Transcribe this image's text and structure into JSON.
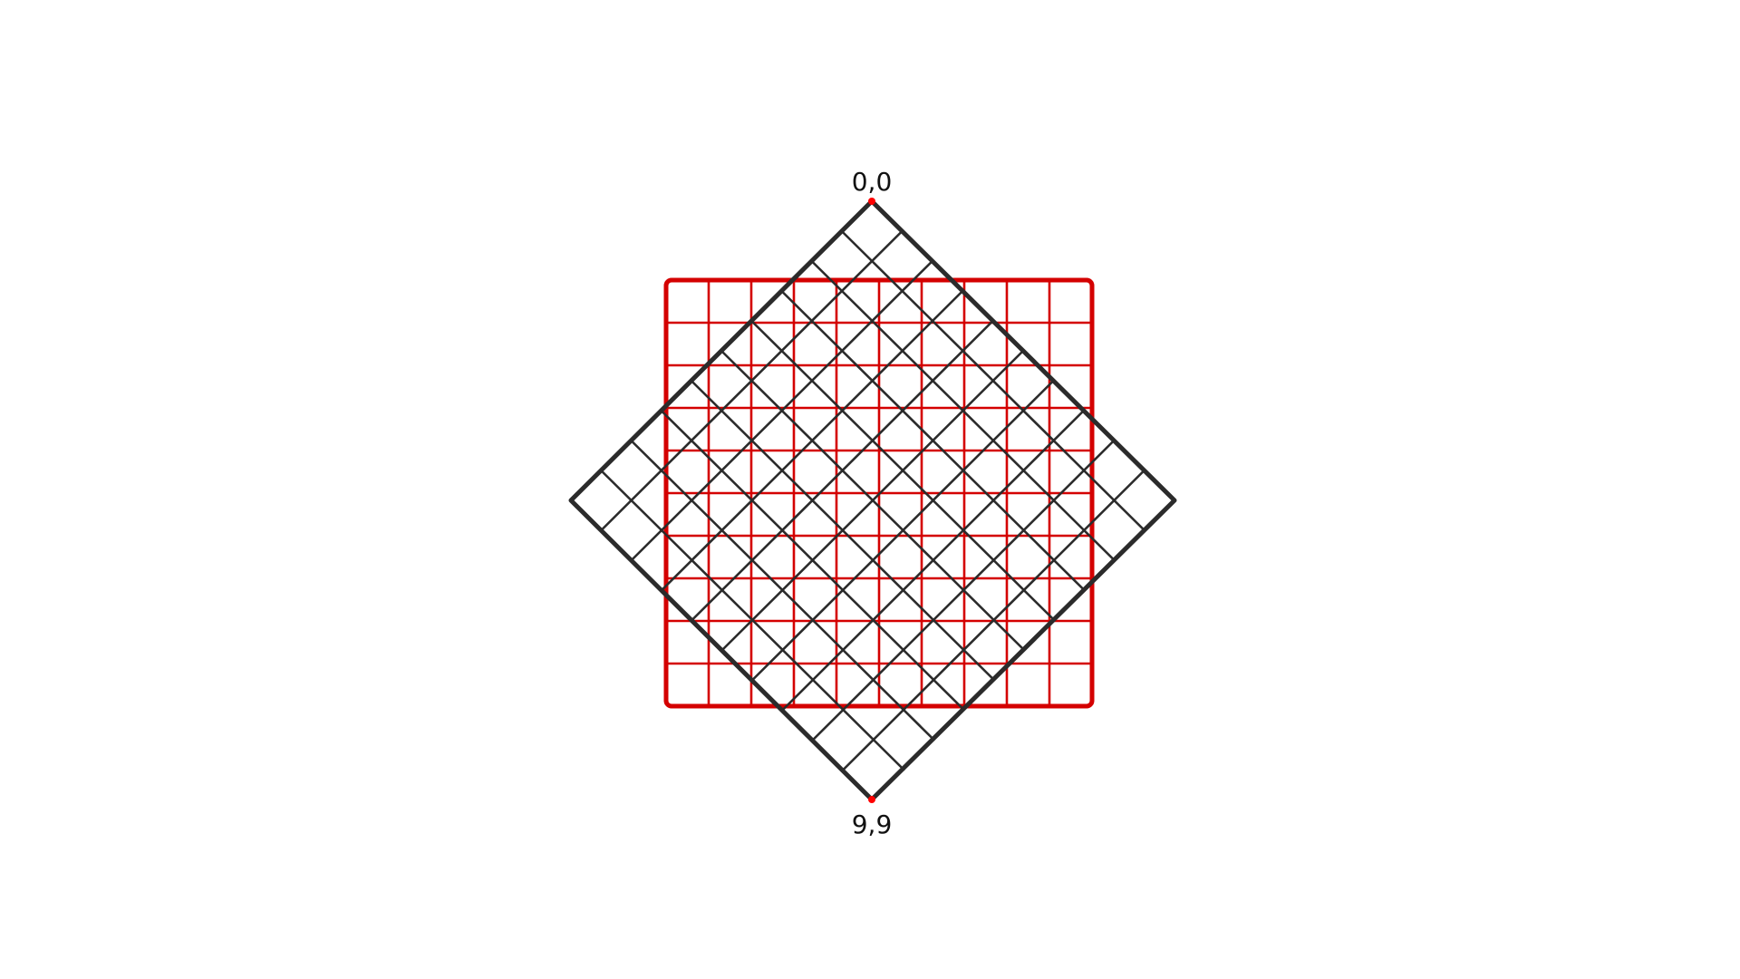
{
  "diagram": {
    "grid_size": 10,
    "colors": {
      "background": "#ffffff",
      "upright_grid": "#d40000",
      "rotated_grid": "#2b2b2b",
      "corner_markers": "#ff0000",
      "labels": "#111111"
    },
    "labels": {
      "top_corner": "0,0",
      "bottom_corner": "9,9"
    }
  }
}
